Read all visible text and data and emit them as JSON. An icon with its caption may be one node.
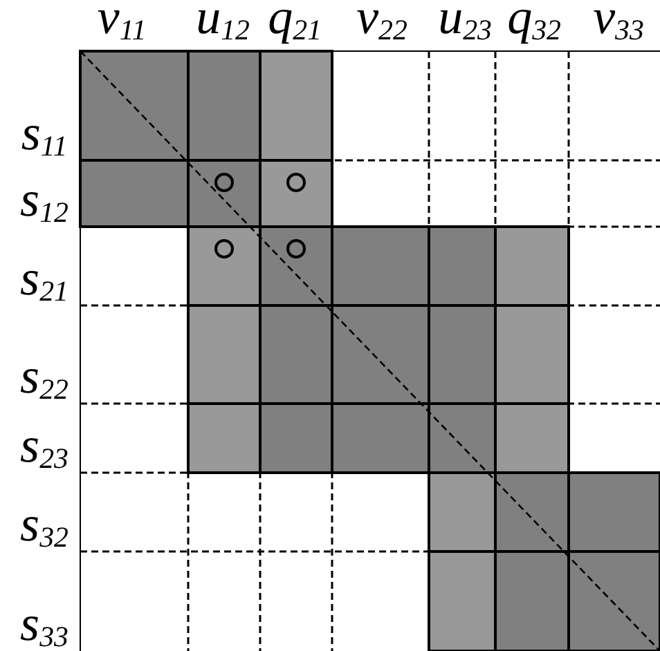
{
  "diagram": {
    "labels": [
      "v$_{11}$",
      "u$_{12}$",
      "q$_{21}$",
      "v$_{22}$",
      "u$_{23}$",
      "q$_{32}$",
      "v$_{33}$",
      "s$_{11}$",
      "s$_{12}$",
      "s$_{21}$",
      "s$_{22}$",
      "s$_{23}$",
      "s$_{32}$",
      "s$_{33}$"
    ]
  }
}
